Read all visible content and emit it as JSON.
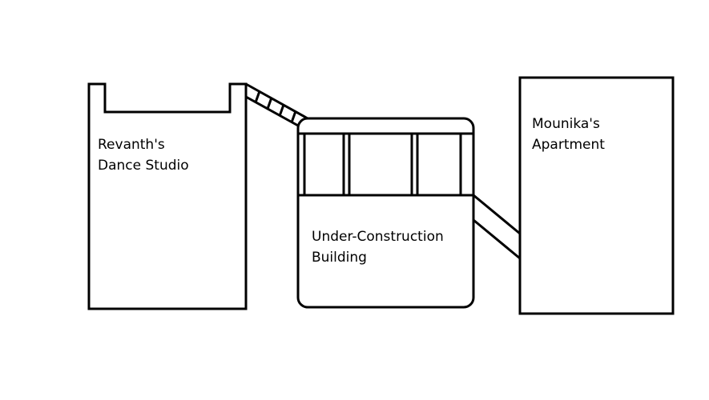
{
  "buildings": {
    "dance_studio": {
      "name_line1": "Revanth's",
      "name_line2": "Dance Studio"
    },
    "under_construction": {
      "name_line1": "Under-Construction",
      "name_line2": "Building"
    },
    "apartment": {
      "name_line1": "Mounika's",
      "name_line2": "Apartment"
    }
  },
  "colors": {
    "stroke": "#000000",
    "background": "#ffffff"
  }
}
